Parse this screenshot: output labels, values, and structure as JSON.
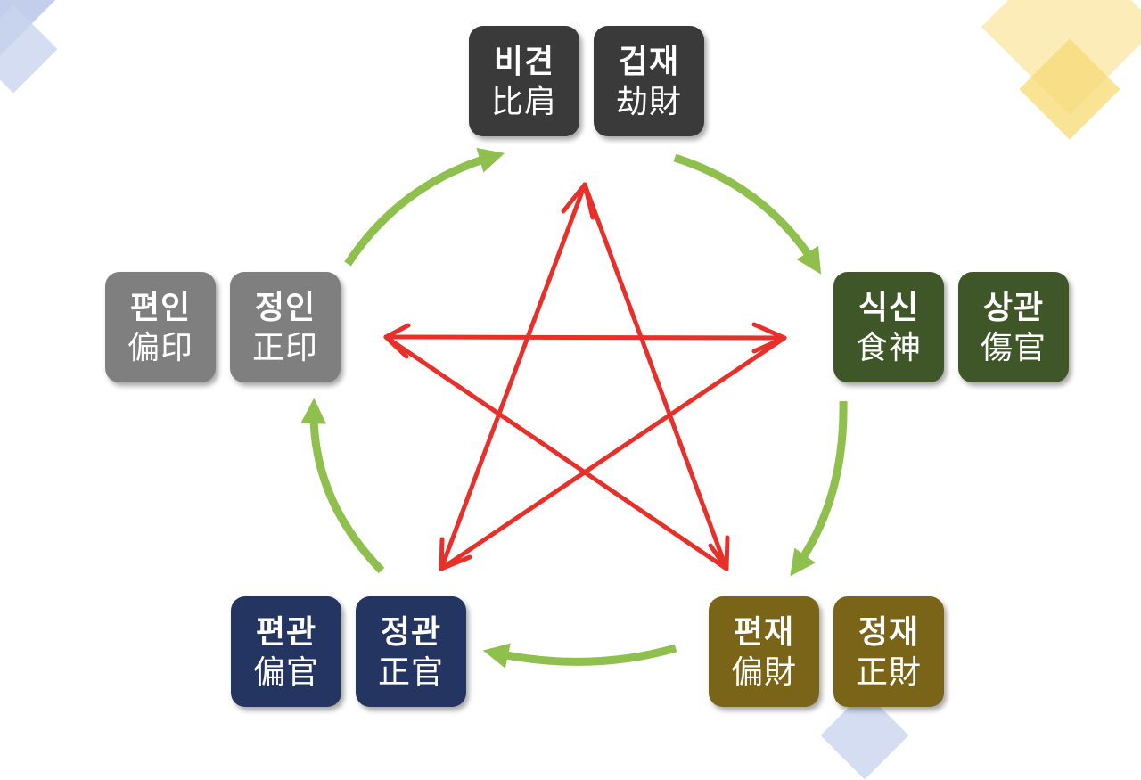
{
  "colors": {
    "peer": "#3a3a3a",
    "output": "#3f5628",
    "wealth": "#7a6418",
    "officer": "#233560",
    "resource": "#7f7f7f",
    "generating_arrow": "#8fc04e",
    "controlling_arrow": "#e8302a",
    "deco_blue": "#b7c6e8",
    "deco_yellow": "#f7dc7a"
  },
  "tiles": {
    "bigyeon": {
      "korean": "비견",
      "hanja": "比肩"
    },
    "geopjae": {
      "korean": "겁재",
      "hanja": "劫財"
    },
    "siksin": {
      "korean": "식신",
      "hanja": "食神"
    },
    "sanggwan": {
      "korean": "상관",
      "hanja": "傷官"
    },
    "pyeonjae": {
      "korean": "편재",
      "hanja": "偏財"
    },
    "jeongjae": {
      "korean": "정재",
      "hanja": "正財"
    },
    "pyeongwan": {
      "korean": "편관",
      "hanja": "偏官"
    },
    "jeonggwan": {
      "korean": "정관",
      "hanja": "正官"
    },
    "pyeonin": {
      "korean": "편인",
      "hanja": "偏印"
    },
    "jeongin": {
      "korean": "정인",
      "hanja": "正印"
    }
  }
}
